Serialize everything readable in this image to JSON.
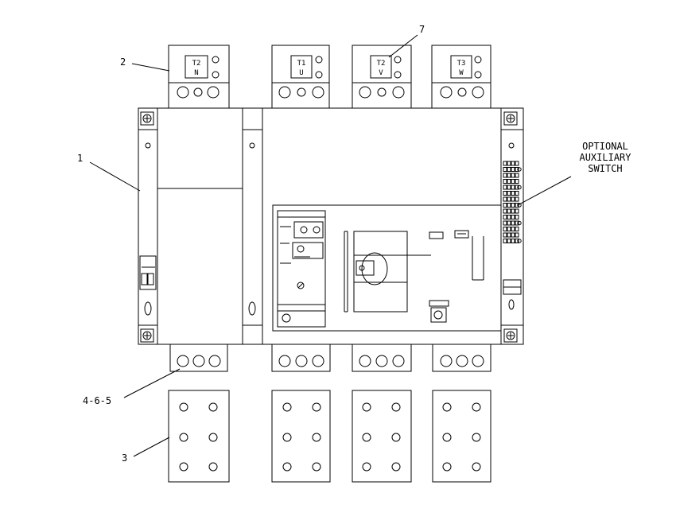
{
  "callouts": {
    "c1": "1",
    "c2": "2",
    "c3": "3",
    "c7": "7",
    "c465": "4-6-5",
    "aux_line1": "OPTIONAL",
    "aux_line2": "AUXILIARY",
    "aux_line3": "SWITCH"
  },
  "terminals": [
    {
      "top": "T2",
      "bottom": "N"
    },
    {
      "top": "T1",
      "bottom": "U"
    },
    {
      "top": "T2",
      "bottom": "V"
    },
    {
      "top": "T3",
      "bottom": "W"
    }
  ]
}
